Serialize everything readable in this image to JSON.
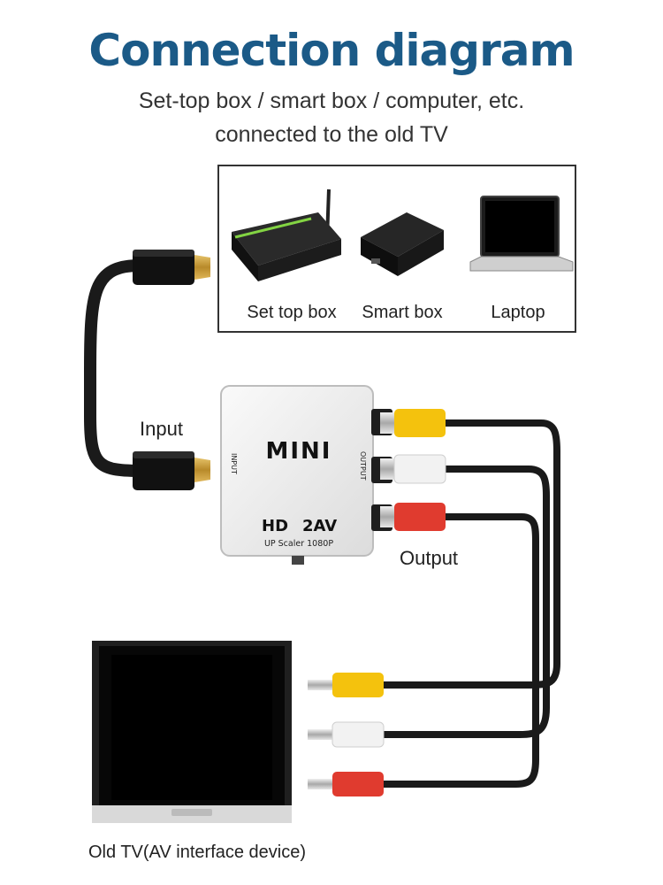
{
  "title": "Connection diagram",
  "subtitle_line1": "Set-top box / smart box / computer, etc.",
  "subtitle_line2": "connected to the old TV",
  "devices": [
    {
      "label": "Set top box"
    },
    {
      "label": "Smart box"
    },
    {
      "label": "Laptop"
    }
  ],
  "labels": {
    "input": "Input",
    "output": "Output",
    "tv": "Old TV(AV interface device)"
  },
  "converter": {
    "brand": "MINI",
    "model_hd": "HD",
    "model_av": "2AV",
    "subline": "UP Scaler 1080P",
    "side_input": "INPUT",
    "side_output": "OUTPUT"
  },
  "colors": {
    "title": "#1b5a87",
    "rca_yellow": "#f4c20d",
    "rca_white": "#f2f2f2",
    "rca_red": "#e03b2f",
    "cable": "#1a1a1a",
    "hdmi_gold": "#c9a23b"
  }
}
